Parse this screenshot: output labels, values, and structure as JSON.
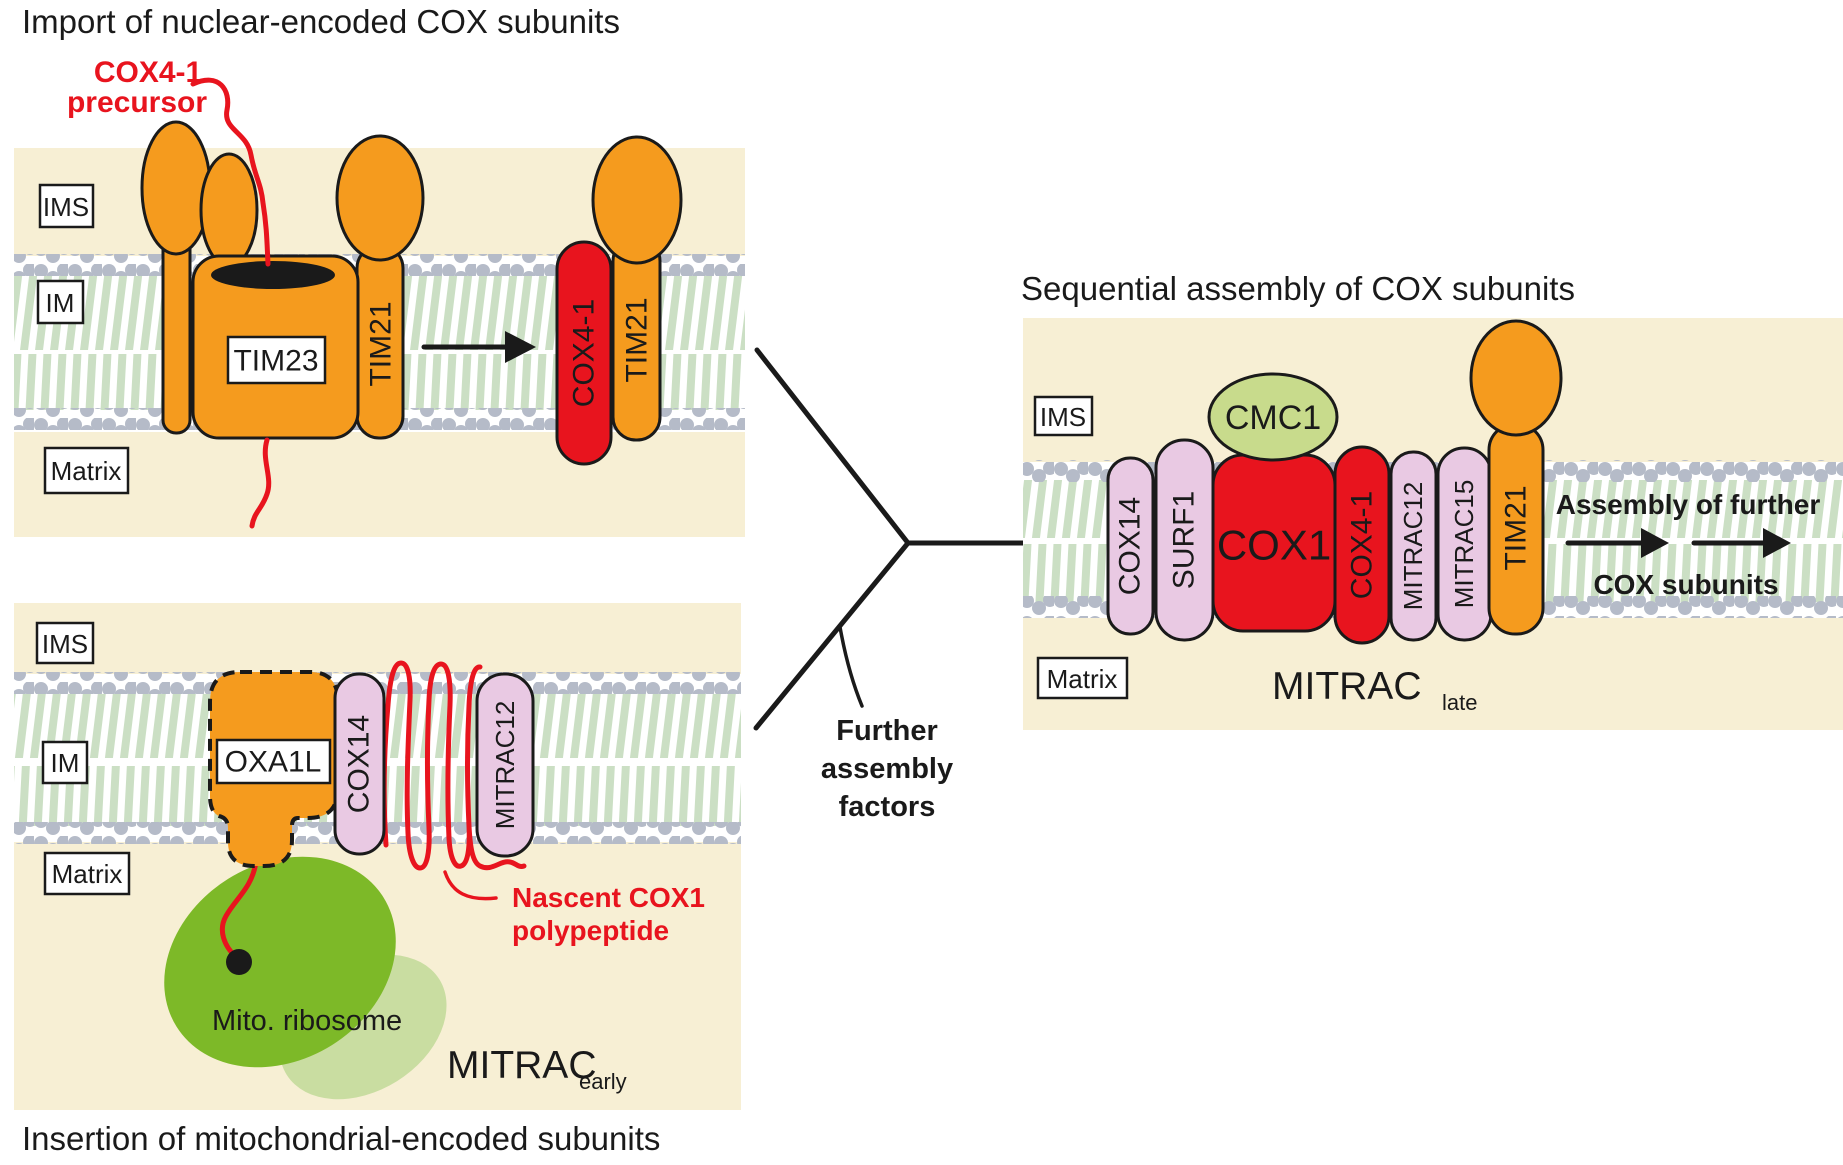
{
  "figure": {
    "type": "biology-pathway-diagram",
    "colors": {
      "panel_background": "#F7EFD4",
      "membrane_stripe": "#CBDFC4",
      "lipid_head_gray": "#B5BBC8",
      "orange_protein": "#F59B1E",
      "red_protein": "#E8141E",
      "pink_protein": "#E9C9E3",
      "cmc1_green": "#C8DB8C",
      "ribosome_green": "#7DB928",
      "ribosome_light_green": "#C9DDA1",
      "outline_black": "#1A1A1A"
    }
  },
  "panel_import": {
    "title": "Import of nuclear-encoded COX subunits",
    "regions": {
      "ims": "IMS",
      "im": "IM",
      "matrix": "Matrix"
    },
    "precursor_label": {
      "line1": "COX4-1",
      "line2": "precursor"
    },
    "proteins": {
      "tim23": "TIM23",
      "tim21_complex": "TIM21",
      "cox41_released": "COX4-1",
      "tim21_released": "TIM21"
    }
  },
  "panel_insertion": {
    "title": "Insertion of mitochondrial-encoded subunits",
    "regions": {
      "ims": "IMS",
      "im": "IM",
      "matrix": "Matrix"
    },
    "proteins": {
      "oxa1l": "OXA1L",
      "cox14": "COX14",
      "mitrac12": "MITRAC12"
    },
    "nascent_label": {
      "line1": "Nascent COX1",
      "line2": "polypeptide"
    },
    "ribosome_label": "Mito. ribosome",
    "complex": {
      "name": "MITRAC",
      "subscript": "early"
    }
  },
  "panel_assembly": {
    "title": "Sequential assembly of COX subunits",
    "regions": {
      "ims": "IMS",
      "matrix": "Matrix"
    },
    "proteins": {
      "cox14": "COX14",
      "surf1": "SURF1",
      "cox1": "COX1",
      "cox41": "COX4-1",
      "mitrac12": "MITRAC12",
      "mitrac15": "MITRAC15",
      "tim21": "TIM21",
      "cmc1": "CMC1"
    },
    "complex": {
      "name": "MITRAC",
      "subscript": "late"
    },
    "further_assembly": {
      "line1": "Assembly of further",
      "line2": "COX subunits"
    }
  },
  "connector": {
    "label": {
      "line1": "Further",
      "line2": "assembly",
      "line3": "factors"
    }
  }
}
